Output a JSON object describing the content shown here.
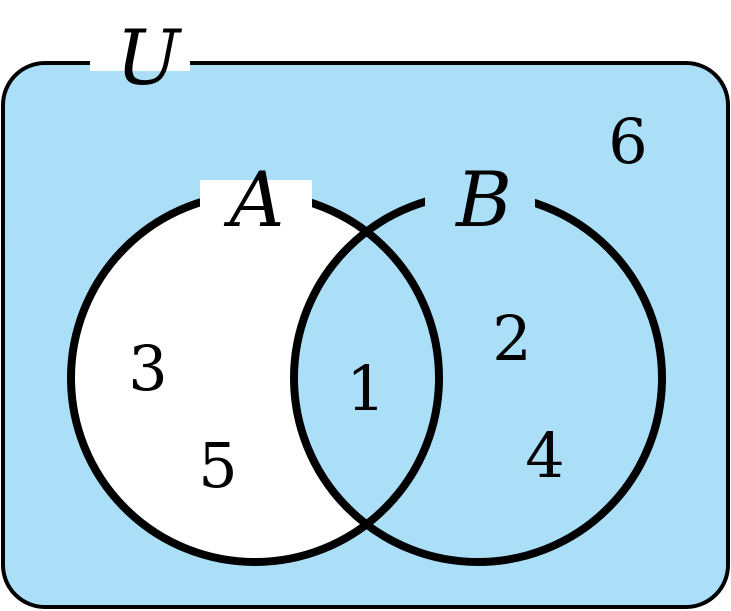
{
  "universe": {
    "label": "U",
    "elements": [
      "6"
    ]
  },
  "set_a": {
    "label": "A",
    "only_elements": [
      "3",
      "5"
    ]
  },
  "set_b": {
    "label": "B",
    "only_elements": [
      "2",
      "4"
    ]
  },
  "intersection": {
    "elements": [
      "1"
    ]
  },
  "colors": {
    "shaded": "#abdff8",
    "unshaded": "#ffffff",
    "stroke": "#000000"
  }
}
